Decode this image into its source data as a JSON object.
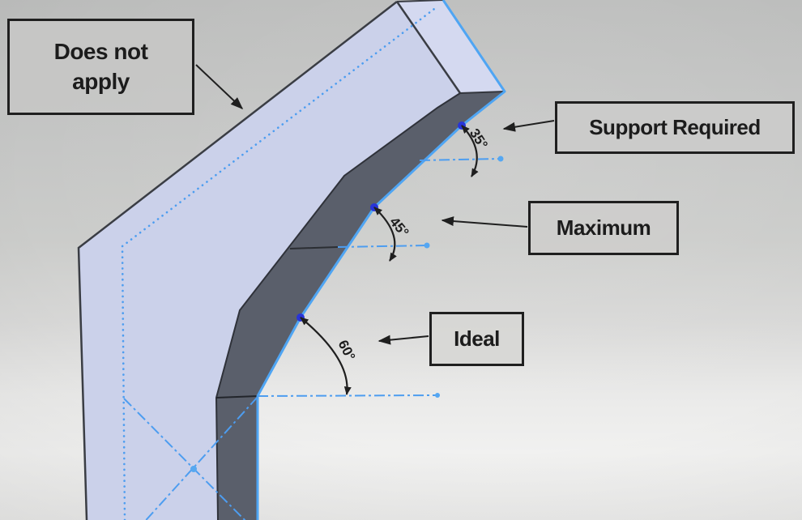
{
  "callouts": {
    "does_not_apply": {
      "line1": "Does not",
      "line2": "apply"
    },
    "support_required": {
      "label": "Support Required"
    },
    "maximum": {
      "label": "Maximum"
    },
    "ideal": {
      "label": "Ideal"
    }
  },
  "angle_annotations": [
    {
      "label": "35°",
      "callout": "Support Required"
    },
    {
      "label": "45°",
      "callout": "Maximum"
    },
    {
      "label": "60°",
      "callout": "Ideal"
    }
  ],
  "colors": {
    "front_face": "#cbd1ea",
    "end_cap_face": "#d4d9f0",
    "side_face": "#5a5f6b",
    "model_outline": "#3a3d44",
    "highlighted_edge": "#4fa5f3",
    "construction_blue": "#4d9df0",
    "vertex_dot_blue": "#2834d8",
    "annotation_ink": "#1f1f1f",
    "background_top": "#bcbdbc",
    "background_floor": "#efefee"
  }
}
